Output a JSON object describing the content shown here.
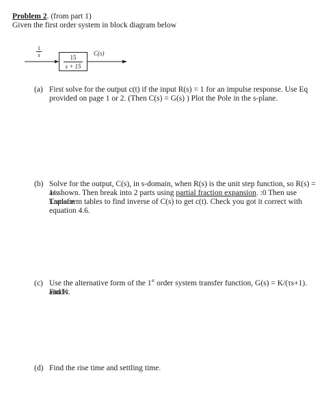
{
  "problem": {
    "title": "Problem 2",
    "title_suffix": ". (from part 1)",
    "subtitle": "Given the first order system in block diagram below"
  },
  "diagram": {
    "input_num": "1",
    "input_den": "s",
    "block_num": "15",
    "block_den": "s + 15",
    "output_label": "C(s)"
  },
  "questions": {
    "a": {
      "label": "(a)",
      "line1": "First solve for the output c(t) if the input R(s) = 1 for an impulse response. Use Eq",
      "line2": "provided on page 1 or 2.  (Then C(s) = G(s) )  Plot the Pole in the s-plane."
    },
    "b": {
      "label": "(b)",
      "line1": "Solve for the output, C(s), in s-domain, when R(s) is the unit step function, so R(s) = 1/s",
      "line2_pre": "as shown.  Then break into 2 parts using ",
      "line2_link": "partial fraction expansion",
      "line2_post": ". :0  Then use Laplace",
      "line3": "Transform tables to find inverse of C(s) to get c(t).  Check you got it correct with",
      "line4": "equation 4.6."
    },
    "c": {
      "label": "(c)",
      "line1_pre": "Use the alternative form of the 1",
      "line1_sup": "st",
      "line1_post": " order system transfer function, G(s) = K/(τs+1). Find τ",
      "line2": "and K."
    },
    "d": {
      "label": "(d)",
      "line1": "Find the rise time and settling time."
    }
  }
}
